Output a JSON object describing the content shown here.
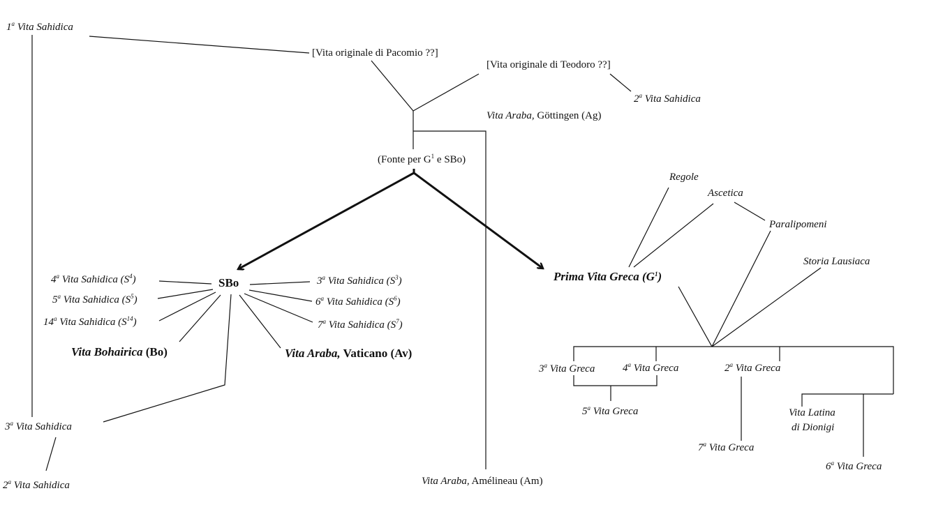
{
  "diagram": {
    "type": "stemma codicum",
    "nodes": {
      "vs1": {
        "num": "1",
        "sup": "a",
        "name": "Vita Sahidica"
      },
      "vita_pacomio": "[Vita originale di Pacomio ??]",
      "vita_teodoro": "[Vita originale di Teodoro ??]",
      "vs2_top": {
        "num": "2",
        "sup": "a",
        "name": "Vita Sahidica"
      },
      "ag": {
        "italic": "Vita Araba,",
        "rest": "Göttingen (Ag)"
      },
      "fonte": {
        "pre": "(Fonte per G",
        "sup": "1",
        "post": " e SBo)"
      },
      "sbo": "SBo",
      "vs4": {
        "num": "4",
        "sup": "a",
        "name": "Vita Sahidica (S",
        "sig": "4",
        "close": ")"
      },
      "vs5": {
        "num": "5",
        "sup": "a",
        "name": "Vita Sahidica (S",
        "sig": "5",
        "close": ")"
      },
      "vs14": {
        "num": "14",
        "sup": "a",
        "name": "Vita Sahidica (S",
        "sig": "14",
        "close": ")"
      },
      "vs3r": {
        "num": "3",
        "sup": "a",
        "name": "Vita Sahidica (S",
        "sig": "3",
        "close": ")"
      },
      "vs6": {
        "num": "6",
        "sup": "a",
        "name": "Vita Sahidica (S",
        "sig": "6",
        "close": ")"
      },
      "vs7": {
        "num": "7",
        "sup": "a",
        "name": "Vita Sahidica (S",
        "sig": "7",
        "close": ")"
      },
      "bo": {
        "italic": "Vita Bohairica",
        "rest": " (Bo)"
      },
      "av": {
        "italic": "Vita Araba,",
        "rest": " Vaticano (Av)"
      },
      "g1": {
        "pre": "Prima Vita Greca  (G",
        "sup": "1",
        "close": ")"
      },
      "regole": "Regole",
      "ascetica": "Ascetica",
      "paralipomeni": "Paralipomeni",
      "storia": "Storia Lausiaca",
      "vg3": {
        "num": "3",
        "sup": "a",
        "name": "Vita Greca"
      },
      "vg4": {
        "num": "4",
        "sup": "a",
        "name": "Vita Greca"
      },
      "vg2": {
        "num": "2",
        "sup": "a",
        "name": "Vita Greca"
      },
      "vg5": {
        "num": "5",
        "sup": "a",
        "name": "Vita Greca"
      },
      "vg7": {
        "num": "7",
        "sup": "a",
        "name": "Vita Greca"
      },
      "vg6": {
        "num": "6",
        "sup": "a",
        "name": "Vita Greca"
      },
      "latina": {
        "line1": "Vita Latina",
        "line2": "di Dionigi"
      },
      "vs3_bottom": {
        "num": "3",
        "sup": "a",
        "name": "Vita Sahidica"
      },
      "vs2_bottom": {
        "num": "2",
        "sup": "a",
        "name": "Vita Sahidica"
      },
      "am": {
        "italic": "Vita Araba,",
        "rest": " Amélineau (Am)"
      }
    }
  }
}
